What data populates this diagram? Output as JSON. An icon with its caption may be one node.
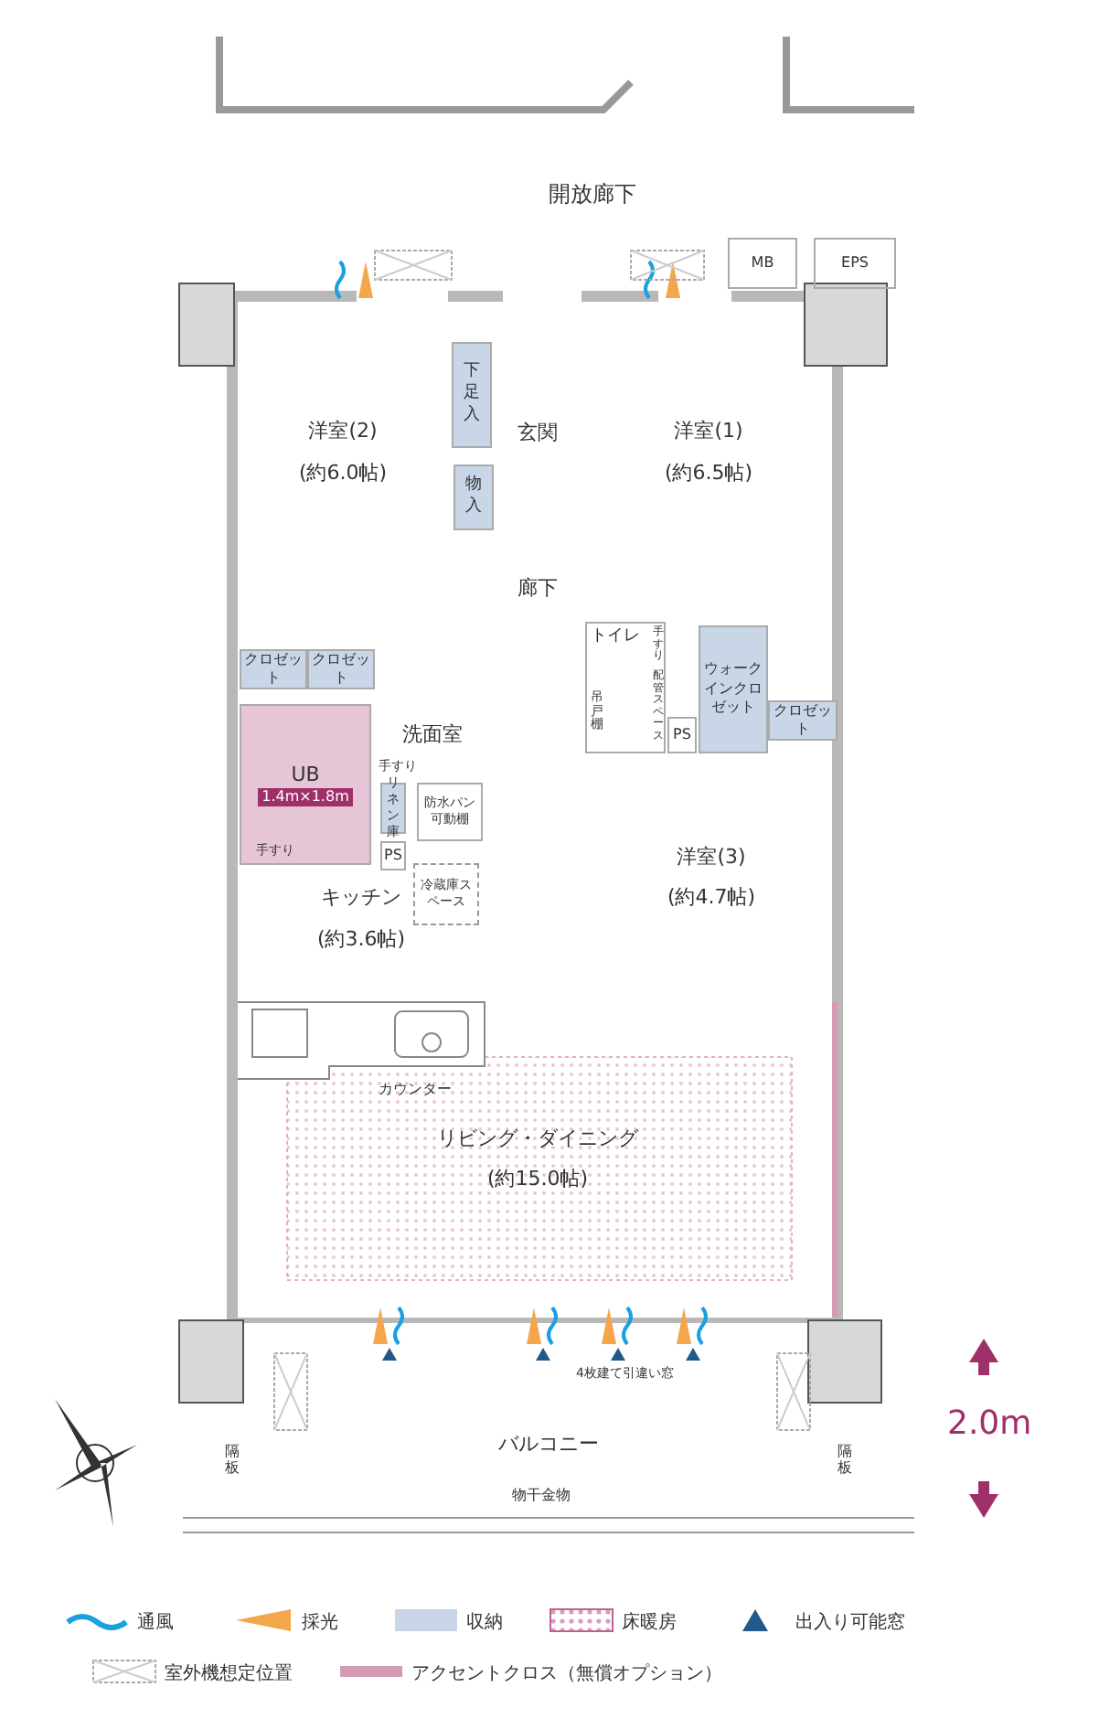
{
  "diagram": {
    "nodes": [
      {
        "text": [
          "洋室(2)",
          "(約6.0帖)"
        ]
      },
      {
        "text": [
          "玄関"
        ]
      },
      {
        "text": [
          "下足入"
        ]
      },
      {
        "text": [
          "物入"
        ]
      },
      {
        "text": [
          "洋室(1)",
          "(約6.5帖)"
        ]
      },
      {
        "text": [
          "廊下"
        ]
      },
      {
        "text": [
          "トイレ"
        ]
      },
      {
        "text": [
          "ウォークインクロゼット"
        ]
      },
      {
        "text": [
          "クロゼット"
        ]
      },
      {
        "text": [
          "クロゼット"
        ]
      },
      {
        "text": [
          "クロゼット"
        ]
      },
      {
        "text": [
          "UB",
          "1.4m×1.8m"
        ]
      },
      {
        "text": [
          "洗面室"
        ]
      },
      {
        "text": [
          "リネン庫"
        ]
      },
      {
        "text": [
          "防水パン可動棚"
        ]
      },
      {
        "text": [
          "PS"
        ]
      },
      {
        "text": [
          "PS"
        ]
      },
      {
        "text": [
          "冷蔵庫スペース"
        ]
      },
      {
        "text": [
          "洋室(3)",
          "(約4.7帖)"
        ]
      },
      {
        "text": [
          "キッチン",
          "(約3.6帖)"
        ]
      },
      {
        "text": [
          "リビング・ダイニング",
          "(約15.0帖)"
        ]
      },
      {
        "text": [
          "バルコニー"
        ]
      },
      {
        "text": [
          "MB"
        ]
      },
      {
        "text": [
          "EPS"
        ]
      }
    ],
    "labels": [
      "開放廊下",
      "手すり",
      "配管スペース",
      "吊戸棚",
      "手すり",
      "手すり",
      "カウンター",
      "4枚建て引違い窓",
      "隔板",
      "2.0m",
      "隔板",
      "物干金物"
    ],
    "legend": [
      {
        "text": "通風"
      },
      {
        "text": "採光"
      },
      {
        "text": "収納",
        "color": "#c8d6e8"
      },
      {
        "text": "床暖房"
      },
      {
        "text": "出入り可能窓"
      },
      {
        "text": "室外機想定位置"
      },
      {
        "text": "アクセントクロス（無償オプション）",
        "color": "#d49ab4"
      }
    ]
  }
}
